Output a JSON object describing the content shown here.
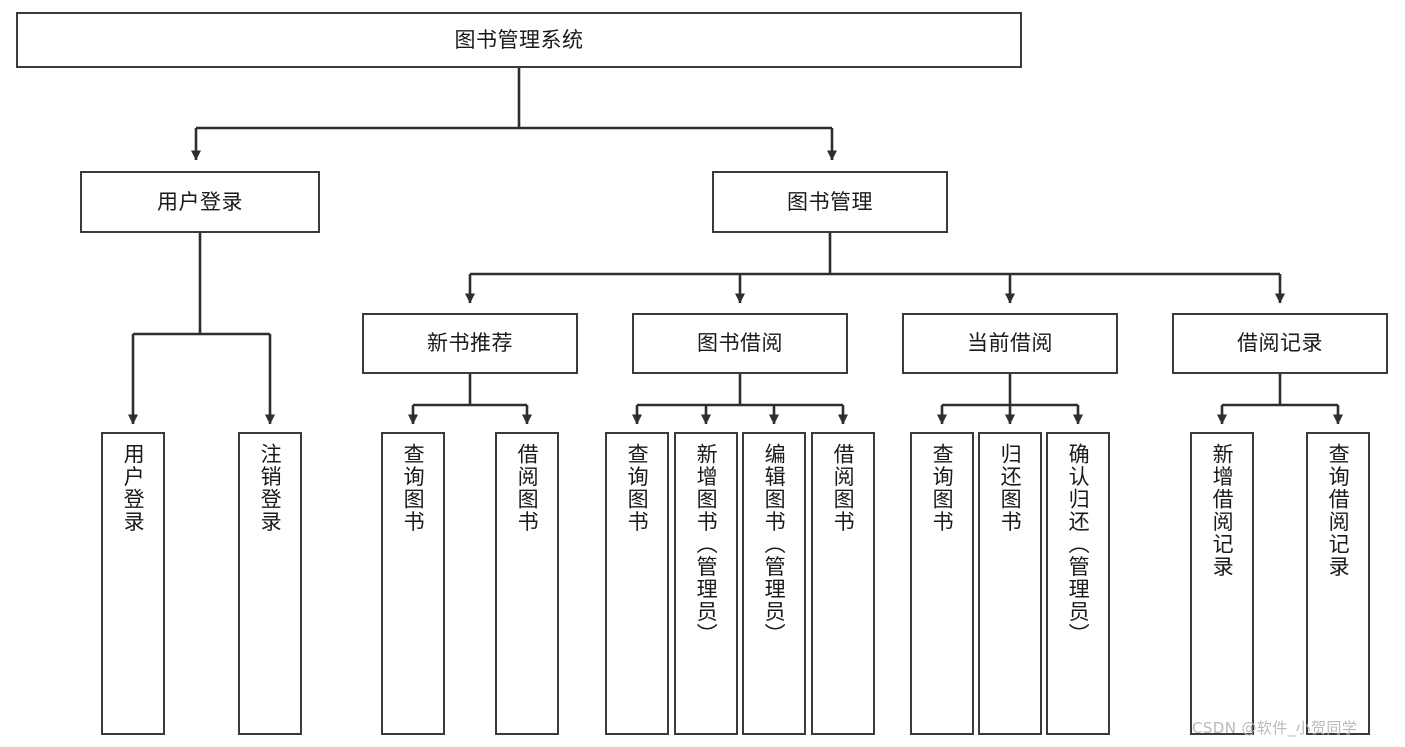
{
  "diagram": {
    "title_box": {
      "label": "图书管理系统"
    },
    "level2": [
      {
        "id": "user-login",
        "label": "用户登录"
      },
      {
        "id": "book-management",
        "label": "图书管理"
      }
    ],
    "level3": [
      {
        "id": "new-book-recommend",
        "label": "新书推荐"
      },
      {
        "id": "book-borrow",
        "label": "图书借阅"
      },
      {
        "id": "current-borrow",
        "label": "当前借阅"
      },
      {
        "id": "borrow-record",
        "label": "借阅记录"
      }
    ],
    "leaves": [
      {
        "id": "leaf-user-login",
        "label": "用户登录"
      },
      {
        "id": "leaf-logout",
        "label": "注销登录"
      },
      {
        "id": "leaf-query-book-1",
        "label": "查询图书"
      },
      {
        "id": "leaf-borrow-book-1",
        "label": "借阅图书"
      },
      {
        "id": "leaf-query-book-2",
        "label": "查询图书"
      },
      {
        "id": "leaf-add-book",
        "label": "新增图书（管理员）"
      },
      {
        "id": "leaf-edit-book",
        "label": "编辑图书（管理员）"
      },
      {
        "id": "leaf-borrow-book-2",
        "label": "借阅图书"
      },
      {
        "id": "leaf-query-book-3",
        "label": "查询图书"
      },
      {
        "id": "leaf-return-book",
        "label": "归还图书"
      },
      {
        "id": "leaf-confirm-return",
        "label": "确认归还（管理员）"
      },
      {
        "id": "leaf-add-record",
        "label": "新增借阅记录"
      },
      {
        "id": "leaf-query-record",
        "label": "查询借阅记录"
      }
    ]
  },
  "watermark": {
    "text": "CSDN @软件_小贺同学"
  },
  "colors": {
    "box_border": "#3a3a3a",
    "line": "#2e2e2e",
    "background": "#ffffff",
    "text": "#1a1a1a",
    "watermark": "#b9b9b9"
  }
}
